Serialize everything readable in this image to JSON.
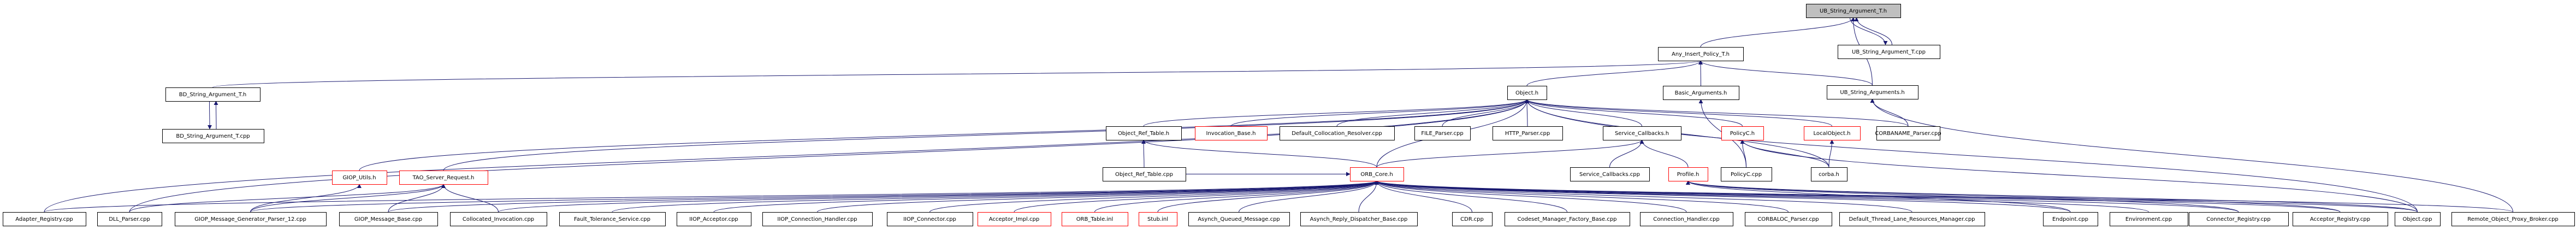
{
  "title": "UB_String_Argument_T.h include dependency graph",
  "colors": {
    "edge": "#191970",
    "root_fill": "#bfbfbf",
    "linked_border": "#000000",
    "unlinked_border": "#ff0000"
  },
  "nodes": [
    {
      "id": "ub_string_argument_t_h",
      "label": "UB_String_Argument_T.h",
      "style": "root"
    },
    {
      "id": "any_insert_policy_t_h",
      "label": "Any_Insert_Policy_T.h",
      "style": "normal"
    },
    {
      "id": "ub_string_argument_t_cpp",
      "label": "UB_String_Argument_T.cpp",
      "style": "normal"
    },
    {
      "id": "bd_string_argument_t_h",
      "label": "BD_String_Argument_T.h",
      "style": "normal"
    },
    {
      "id": "bd_string_argument_t_cpp",
      "label": "BD_String_Argument_T.cpp",
      "style": "normal"
    },
    {
      "id": "object_h",
      "label": "Object.h",
      "style": "normal"
    },
    {
      "id": "basic_arguments_h",
      "label": "Basic_Arguments.h",
      "style": "normal"
    },
    {
      "id": "ub_string_arguments_h",
      "label": "UB_String_Arguments.h",
      "style": "normal"
    },
    {
      "id": "object_ref_table_h",
      "label": "Object_Ref_Table.h",
      "style": "normal"
    },
    {
      "id": "invocation_base_h",
      "label": "Invocation_Base.h",
      "style": "red"
    },
    {
      "id": "default_collocation_resolver_cpp",
      "label": "Default_Collocation_Resolver.cpp",
      "style": "normal"
    },
    {
      "id": "file_parser_cpp",
      "label": "FILE_Parser.cpp",
      "style": "normal"
    },
    {
      "id": "http_parser_cpp",
      "label": "HTTP_Parser.cpp",
      "style": "normal"
    },
    {
      "id": "service_callbacks_h",
      "label": "Service_Callbacks.h",
      "style": "normal"
    },
    {
      "id": "policyc_h",
      "label": "PolicyC.h",
      "style": "red"
    },
    {
      "id": "localobject_h",
      "label": "LocalObject.h",
      "style": "red"
    },
    {
      "id": "corbaname_parser_cpp",
      "label": "CORBANAME_Parser.cpp",
      "style": "normal"
    },
    {
      "id": "giop_utils_h",
      "label": "GIOP_Utils.h",
      "style": "red"
    },
    {
      "id": "tao_server_request_h",
      "label": "TAO_Server_Request.h",
      "style": "red"
    },
    {
      "id": "object_ref_table_cpp",
      "label": "Object_Ref_Table.cpp",
      "style": "normal"
    },
    {
      "id": "orb_core_h",
      "label": "ORB_Core.h",
      "style": "red"
    },
    {
      "id": "service_callbacks_cpp",
      "label": "Service_Callbacks.cpp",
      "style": "normal"
    },
    {
      "id": "profile_h",
      "label": "Profile.h",
      "style": "red"
    },
    {
      "id": "policyc_cpp",
      "label": "PolicyC.cpp",
      "style": "normal"
    },
    {
      "id": "corba_h",
      "label": "corba.h",
      "style": "normal"
    },
    {
      "id": "adapter_registry_cpp",
      "label": "Adapter_Registry.cpp",
      "style": "normal"
    },
    {
      "id": "dll_parser_cpp",
      "label": "DLL_Parser.cpp",
      "style": "normal"
    },
    {
      "id": "giop_message_generator_parser_12_cpp",
      "label": "GIOP_Message_Generator_Parser_12.cpp",
      "style": "normal"
    },
    {
      "id": "giop_message_base_cpp",
      "label": "GIOP_Message_Base.cpp",
      "style": "normal"
    },
    {
      "id": "collocated_invocation_cpp",
      "label": "Collocated_Invocation.cpp",
      "style": "normal"
    },
    {
      "id": "fault_tolerance_service_cpp",
      "label": "Fault_Tolerance_Service.cpp",
      "style": "normal"
    },
    {
      "id": "iiop_acceptor_cpp",
      "label": "IIOP_Acceptor.cpp",
      "style": "normal"
    },
    {
      "id": "iiop_connection_handler_cpp",
      "label": "IIOP_Connection_Handler.cpp",
      "style": "normal"
    },
    {
      "id": "iiop_connector_cpp",
      "label": "IIOP_Connector.cpp",
      "style": "normal"
    },
    {
      "id": "acceptor_impl_cpp",
      "label": "Acceptor_Impl.cpp",
      "style": "red"
    },
    {
      "id": "orb_table_inl",
      "label": "ORB_Table.inl",
      "style": "red"
    },
    {
      "id": "stub_inl",
      "label": "Stub.inl",
      "style": "red"
    },
    {
      "id": "asynch_queued_message_cpp",
      "label": "Asynch_Queued_Message.cpp",
      "style": "normal"
    },
    {
      "id": "asynch_reply_dispatcher_base_cpp",
      "label": "Asynch_Reply_Dispatcher_Base.cpp",
      "style": "normal"
    },
    {
      "id": "cdr_cpp",
      "label": "CDR.cpp",
      "style": "normal"
    },
    {
      "id": "codeset_manager_factory_base_cpp",
      "label": "Codeset_Manager_Factory_Base.cpp",
      "style": "normal"
    },
    {
      "id": "connection_handler_cpp",
      "label": "Connection_Handler.cpp",
      "style": "normal"
    },
    {
      "id": "corbaloc_parser_cpp",
      "label": "CORBALOC_Parser.cpp",
      "style": "normal"
    },
    {
      "id": "default_thread_lane_resources_manager_cpp",
      "label": "Default_Thread_Lane_Resources_Manager.cpp",
      "style": "normal"
    },
    {
      "id": "endpoint_cpp",
      "label": "Endpoint.cpp",
      "style": "normal"
    },
    {
      "id": "environment_cpp",
      "label": "Environment.cpp",
      "style": "normal"
    },
    {
      "id": "connector_registry_cpp",
      "label": "Connector_Registry.cpp",
      "style": "normal"
    },
    {
      "id": "acceptor_registry_cpp",
      "label": "Acceptor_Registry.cpp",
      "style": "normal"
    },
    {
      "id": "object_cpp",
      "label": "Object.cpp",
      "style": "normal"
    },
    {
      "id": "remote_object_proxy_broker_cpp",
      "label": "Remote_Object_Proxy_Broker.cpp",
      "style": "normal"
    }
  ],
  "edges": [
    {
      "from": "any_insert_policy_t_h",
      "to": "ub_string_argument_t_h"
    },
    {
      "from": "ub_string_argument_t_cpp",
      "to": "ub_string_argument_t_h"
    },
    {
      "from": "ub_string_argument_t_h",
      "to": "ub_string_argument_t_cpp"
    },
    {
      "from": "ub_string_arguments_h",
      "to": "ub_string_argument_t_h"
    },
    {
      "from": "bd_string_argument_t_h",
      "to": "any_insert_policy_t_h"
    },
    {
      "from": "object_h",
      "to": "any_insert_policy_t_h"
    },
    {
      "from": "basic_arguments_h",
      "to": "any_insert_policy_t_h"
    },
    {
      "from": "ub_string_arguments_h",
      "to": "any_insert_policy_t_h"
    },
    {
      "from": "bd_string_argument_t_cpp",
      "to": "bd_string_argument_t_h"
    },
    {
      "from": "bd_string_argument_t_h",
      "to": "bd_string_argument_t_cpp"
    },
    {
      "from": "object_ref_table_h",
      "to": "object_h"
    },
    {
      "from": "invocation_base_h",
      "to": "object_h"
    },
    {
      "from": "default_collocation_resolver_cpp",
      "to": "object_h"
    },
    {
      "from": "file_parser_cpp",
      "to": "object_h"
    },
    {
      "from": "http_parser_cpp",
      "to": "object_h"
    },
    {
      "from": "service_callbacks_h",
      "to": "object_h"
    },
    {
      "from": "policyc_h",
      "to": "object_h"
    },
    {
      "from": "localobject_h",
      "to": "object_h"
    },
    {
      "from": "corbaname_parser_cpp",
      "to": "object_h"
    },
    {
      "from": "giop_utils_h",
      "to": "object_h"
    },
    {
      "from": "tao_server_request_h",
      "to": "object_h"
    },
    {
      "from": "orb_core_h",
      "to": "object_h"
    },
    {
      "from": "adapter_registry_cpp",
      "to": "object_h"
    },
    {
      "from": "dll_parser_cpp",
      "to": "object_h"
    },
    {
      "from": "corba_h",
      "to": "object_h"
    },
    {
      "from": "object_cpp",
      "to": "object_h"
    },
    {
      "from": "policyc_cpp",
      "to": "basic_arguments_h"
    },
    {
      "from": "remote_object_proxy_broker_cpp",
      "to": "ub_string_arguments_h"
    },
    {
      "from": "corbaname_parser_cpp",
      "to": "ub_string_arguments_h"
    },
    {
      "from": "object_ref_table_cpp",
      "to": "object_ref_table_h"
    },
    {
      "from": "orb_core_h",
      "to": "object_ref_table_h"
    },
    {
      "from": "orb_core_h",
      "to": "service_callbacks_h"
    },
    {
      "from": "service_callbacks_cpp",
      "to": "service_callbacks_h"
    },
    {
      "from": "profile_h",
      "to": "service_callbacks_h"
    },
    {
      "from": "policyc_cpp",
      "to": "policyc_h"
    },
    {
      "from": "corba_h",
      "to": "policyc_h"
    },
    {
      "from": "object_cpp",
      "to": "policyc_h"
    },
    {
      "from": "corba_h",
      "to": "localobject_h"
    },
    {
      "from": "giop_message_generator_parser_12_cpp",
      "to": "giop_utils_h"
    },
    {
      "from": "dll_parser_cpp",
      "to": "tao_server_request_h"
    },
    {
      "from": "giop_message_generator_parser_12_cpp",
      "to": "tao_server_request_h"
    },
    {
      "from": "giop_message_base_cpp",
      "to": "tao_server_request_h"
    },
    {
      "from": "collocated_invocation_cpp",
      "to": "tao_server_request_h"
    },
    {
      "from": "object_ref_table_cpp",
      "to": "orb_core_h"
    },
    {
      "from": "adapter_registry_cpp",
      "to": "orb_core_h"
    },
    {
      "from": "giop_message_generator_parser_12_cpp",
      "to": "orb_core_h"
    },
    {
      "from": "giop_message_base_cpp",
      "to": "orb_core_h"
    },
    {
      "from": "collocated_invocation_cpp",
      "to": "orb_core_h"
    },
    {
      "from": "fault_tolerance_service_cpp",
      "to": "orb_core_h"
    },
    {
      "from": "iiop_acceptor_cpp",
      "to": "orb_core_h"
    },
    {
      "from": "iiop_connection_handler_cpp",
      "to": "orb_core_h"
    },
    {
      "from": "iiop_connector_cpp",
      "to": "orb_core_h"
    },
    {
      "from": "acceptor_impl_cpp",
      "to": "orb_core_h"
    },
    {
      "from": "orb_table_inl",
      "to": "orb_core_h"
    },
    {
      "from": "stub_inl",
      "to": "orb_core_h"
    },
    {
      "from": "asynch_queued_message_cpp",
      "to": "orb_core_h"
    },
    {
      "from": "asynch_reply_dispatcher_base_cpp",
      "to": "orb_core_h"
    },
    {
      "from": "cdr_cpp",
      "to": "orb_core_h"
    },
    {
      "from": "codeset_manager_factory_base_cpp",
      "to": "orb_core_h"
    },
    {
      "from": "connection_handler_cpp",
      "to": "orb_core_h"
    },
    {
      "from": "corbaloc_parser_cpp",
      "to": "orb_core_h"
    },
    {
      "from": "default_thread_lane_resources_manager_cpp",
      "to": "orb_core_h"
    },
    {
      "from": "endpoint_cpp",
      "to": "orb_core_h"
    },
    {
      "from": "environment_cpp",
      "to": "orb_core_h"
    },
    {
      "from": "connector_registry_cpp",
      "to": "orb_core_h"
    },
    {
      "from": "acceptor_registry_cpp",
      "to": "orb_core_h"
    },
    {
      "from": "object_cpp",
      "to": "orb_core_h"
    },
    {
      "from": "remote_object_proxy_broker_cpp",
      "to": "orb_core_h"
    },
    {
      "from": "object_cpp",
      "to": "profile_h"
    },
    {
      "from": "acceptor_registry_cpp",
      "to": "profile_h"
    },
    {
      "from": "connector_registry_cpp",
      "to": "profile_h"
    },
    {
      "from": "endpoint_cpp",
      "to": "profile_h"
    }
  ]
}
